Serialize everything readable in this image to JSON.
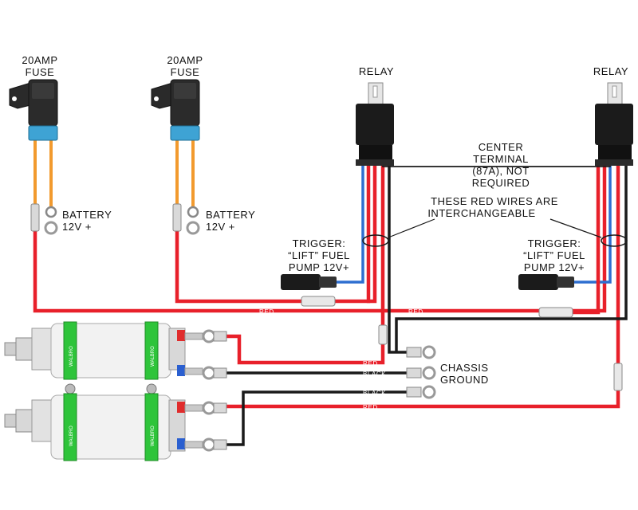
{
  "colors": {
    "red_wire": "#e8202a",
    "black_wire": "#1a1a1a",
    "blue_wire": "#2f6fd0",
    "orange_wire": "#f29a2e",
    "pump_band": "#2ec43a",
    "relay_body": "#1b1b1b"
  },
  "fuses": [
    {
      "label_line1": "20AMP",
      "label_line2": "FUSE",
      "battery_line1": "BATTERY",
      "battery_line2": "12V +"
    },
    {
      "label_line1": "20AMP",
      "label_line2": "FUSE",
      "battery_line1": "BATTERY",
      "battery_line2": "12V +"
    }
  ],
  "relays": [
    {
      "label": "RELAY",
      "trigger_line1": "TRIGGER:",
      "trigger_line2": "“LIFT” FUEL",
      "trigger_line3": "PUMP 12V+"
    },
    {
      "label": "RELAY",
      "trigger_line1": "TRIGGER:",
      "trigger_line2": "“LIFT” FUEL",
      "trigger_line3": "PUMP 12V+"
    }
  ],
  "annotations": {
    "center_terminal": [
      "CENTER",
      "TERMINAL",
      "(87A), NOT",
      "REQUIRED"
    ],
    "red_wires": [
      "THESE RED WIRES ARE",
      "INTERCHANGEABLE"
    ],
    "chassis_ground": [
      "CHASSIS",
      "GROUND"
    ]
  },
  "wire_labels": {
    "red_main_left": "RED",
    "red_main_right": "RED",
    "red_pump1": "RED",
    "black_pump1": "BLACK",
    "black_pump2": "BLACK",
    "red_pump2": "RED"
  },
  "pump_band_text": "WALBRO"
}
